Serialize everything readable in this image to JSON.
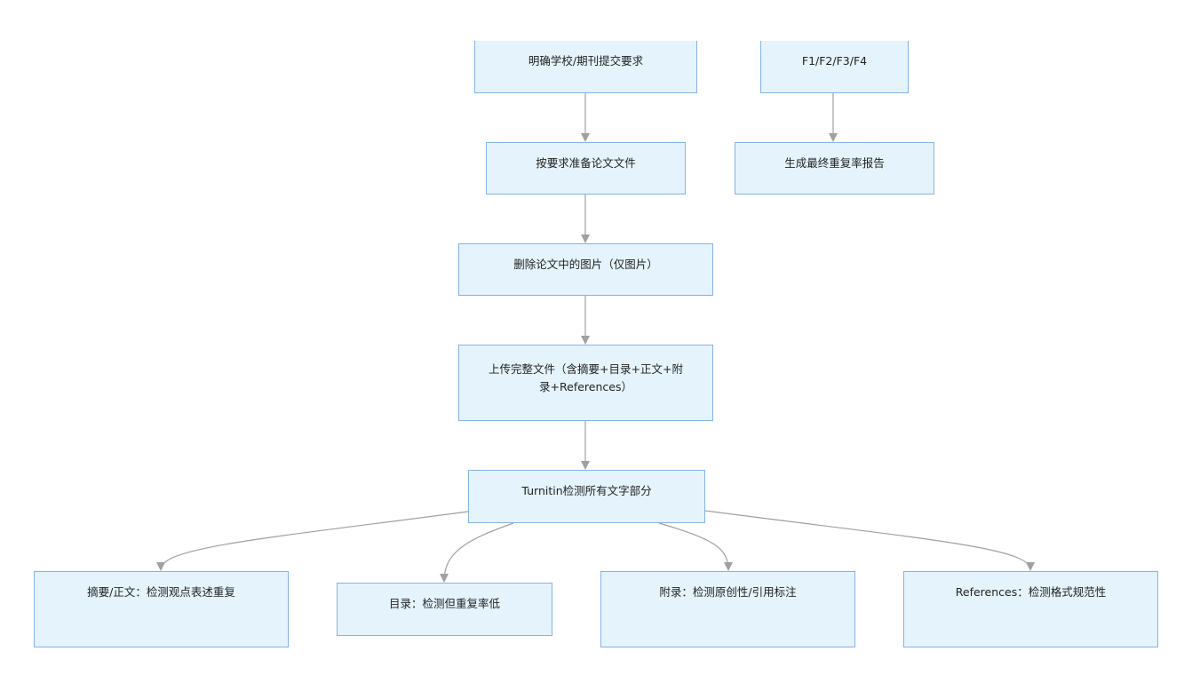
{
  "nodes": {
    "req": "明确学校/期刊提交要求",
    "prep": "按要求准备论文文件",
    "del": "删除论文中的图片（仅图片）",
    "upload": "上传完整文件（含摘要+目录+正文+附录+References）",
    "turnitin": "Turnitin检测所有文字部分",
    "abstract": "摘要/正文：检测观点表述重复",
    "toc": "目录：检测但重复率低",
    "appendix": "附录：检测原创性/引用标注",
    "references": "References：检测格式规范性",
    "f": "F1/F2/F3/F4",
    "report": "生成最终重复率报告"
  },
  "colors": {
    "node_fill": "#e4f3fc",
    "node_border": "#84b4e6",
    "edge": "#a0a0a0"
  }
}
